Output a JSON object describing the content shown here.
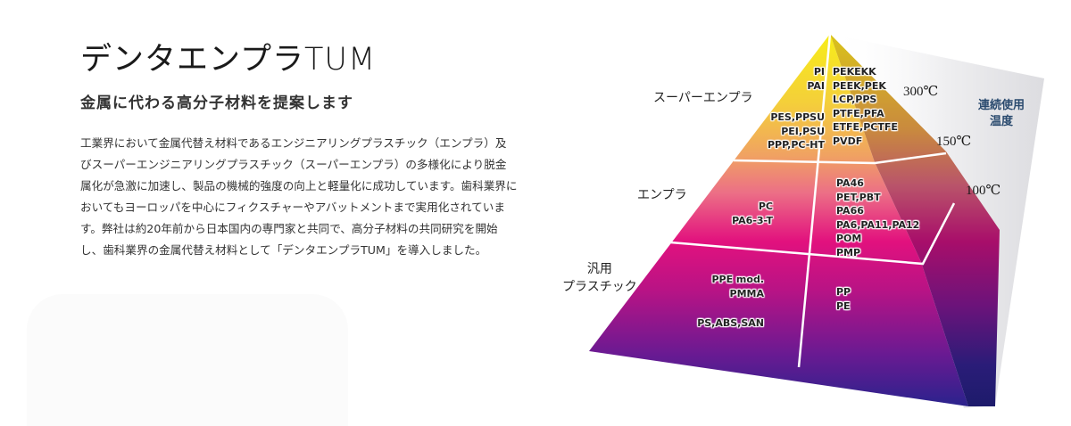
{
  "header": {
    "title": "デンタエンプラTUM",
    "subtitle": "金属に代わる高分子材料を提案します"
  },
  "body": {
    "paragraph": "工業界において金属代替え材料であるエンジニアリングプラスチック（エンプラ）及びスーパーエンジニアリングプラスチック（スーパーエンプラ）の多様化により脱金属化が急激に加速し、製品の機械的強度の向上と軽量化に成功しています。歯科業界においてもヨーロッパを中心にフィクスチャーやアバットメントまで実用化されています。弊社は約20年前から日本国内の専門家と共同で、高分子材料の共同研究を開始し、歯科業界の金属代替え材料として「デンタエンプラTUM」を導入しました。"
  },
  "diagram": {
    "axis_label_line1": "連続使用",
    "axis_label_line2": "温度",
    "temperatures": [
      "300℃",
      "150℃",
      "100℃"
    ],
    "tiers": [
      {
        "label": "スーパーエンプラ",
        "left_top": [
          "PI",
          "PAI"
        ],
        "left_bottom": [
          "PES,PPSU",
          "PEI,PSU",
          "PPP,PC-HT"
        ],
        "right": [
          "PEKEKK",
          "PEEK,PEK",
          "LCP,PPS",
          "PTFE,PFA",
          "ETFE,PCTFE",
          "PVDF"
        ]
      },
      {
        "label": "エンプラ",
        "left": [
          "PC",
          "PA6-3-T"
        ],
        "right": [
          "PA46",
          "PET,PBT",
          "PA66",
          "PA6,PA11,PA12",
          "POM",
          "PMP"
        ]
      },
      {
        "label_line1": "汎用",
        "label_line2": "プラスチック",
        "left_top": [
          "PPE mod.",
          "PMMA"
        ],
        "left_bottom": [
          "PS,ABS,SAN"
        ],
        "right": [
          "PP",
          "PE"
        ]
      }
    ],
    "colors": {
      "top": "#f5e21a",
      "upper_mid": "#f0a85a",
      "middle": "#e0127c",
      "bottom": "#2a1f8c",
      "right_face_dark": "#1e1a70",
      "temp_band": "#e9e9ec",
      "axis_label": "#2a4a6e"
    }
  }
}
